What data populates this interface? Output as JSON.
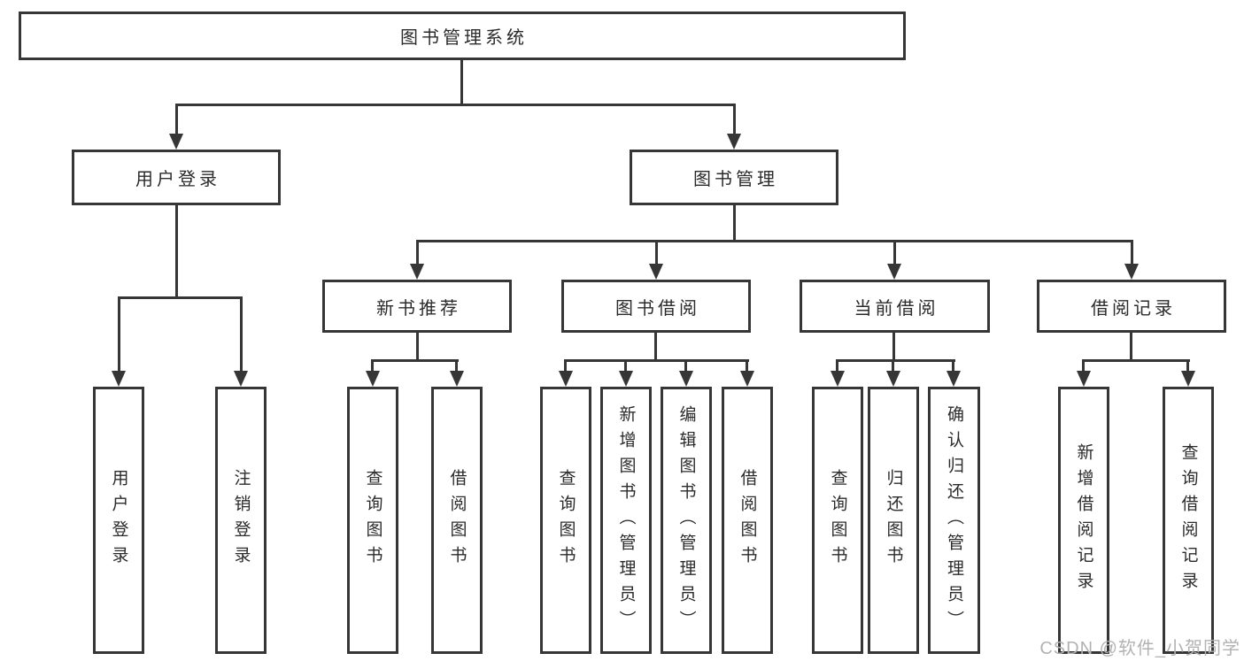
{
  "diagram": {
    "root": {
      "label": "图书管理系统"
    },
    "branches": [
      {
        "label": "用户登录",
        "children": [
          {
            "label": "用户登录"
          },
          {
            "label": "注销登录"
          }
        ]
      },
      {
        "label": "图书管理",
        "children": [
          {
            "label": "新书推荐",
            "children": [
              {
                "label": "查询图书"
              },
              {
                "label": "借阅图书"
              }
            ]
          },
          {
            "label": "图书借阅",
            "children": [
              {
                "label": "查询图书"
              },
              {
                "label": "新增图书（管理员）"
              },
              {
                "label": "编辑图书（管理员）"
              },
              {
                "label": "借阅图书"
              }
            ]
          },
          {
            "label": "当前借阅",
            "children": [
              {
                "label": "查询图书"
              },
              {
                "label": "归还图书"
              },
              {
                "label": "确认归还（管理员）"
              }
            ]
          },
          {
            "label": "借阅记录",
            "children": [
              {
                "label": "新增借阅记录"
              },
              {
                "label": "查询借阅记录"
              }
            ]
          }
        ]
      }
    ]
  },
  "watermark": "CSDN @软件_小贺同学",
  "colors": {
    "line": "#363636",
    "text": "#2b2b2b",
    "watermark": "#b2b2b2",
    "background": "#ffffff"
  }
}
